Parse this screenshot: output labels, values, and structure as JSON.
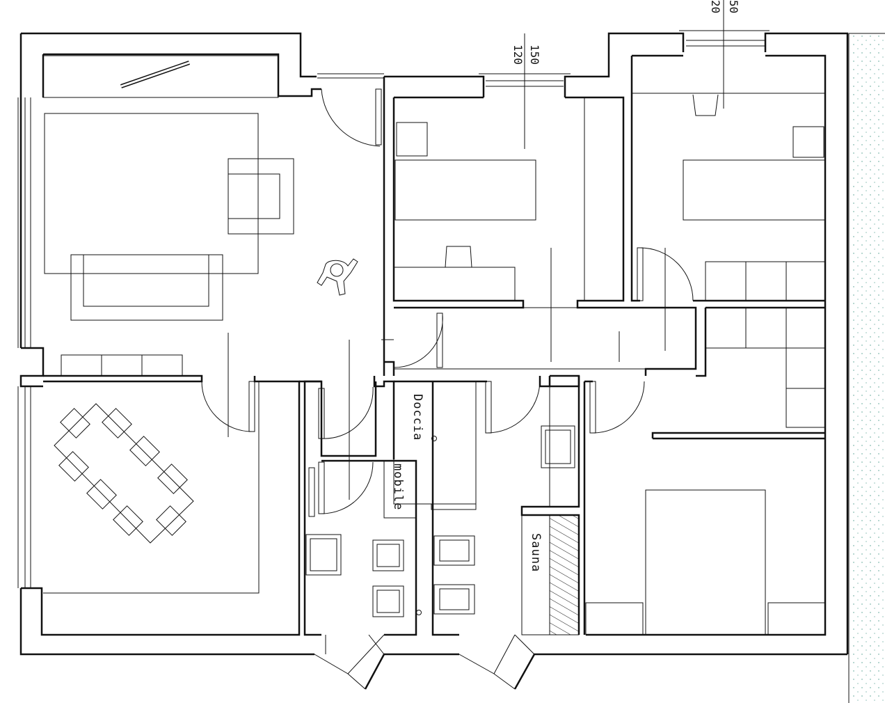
{
  "labels": {
    "shower": "Doccia",
    "cabinet": "mobile",
    "sauna": "Sauna"
  },
  "dimensions": {
    "window_1_height": "150",
    "window_1_sill": "120",
    "window_2_height": "50",
    "window_2_sill": "20"
  }
}
